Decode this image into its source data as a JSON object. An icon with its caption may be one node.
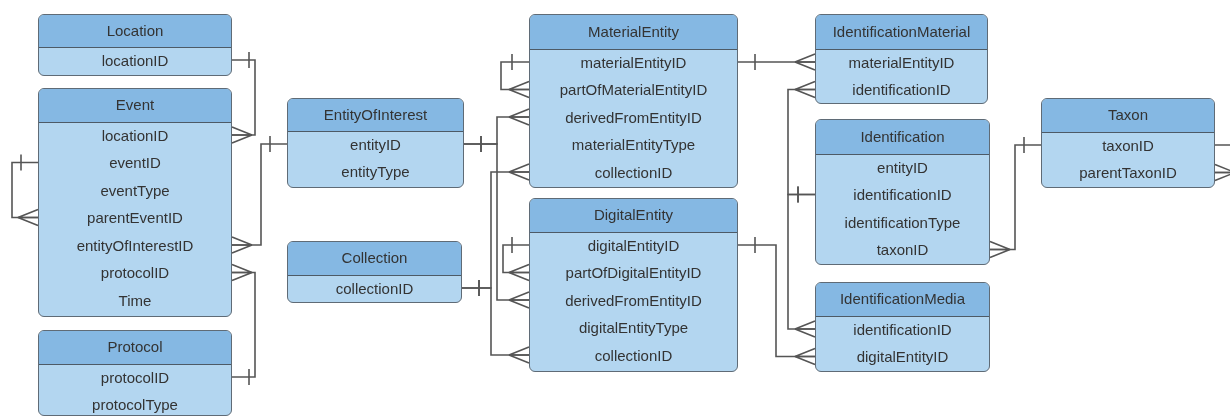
{
  "diagram": {
    "nodes": [
      {
        "text": [
          "Location",
          "locationID"
        ]
      },
      {
        "text": [
          "Event",
          "locationID",
          "eventID",
          "eventType",
          "parentEventID",
          "entityOfInterestID",
          "protocolID",
          "Time"
        ]
      },
      {
        "text": [
          "Protocol",
          "protocolID",
          "protocolType"
        ]
      },
      {
        "text": [
          "EntityOfInterest",
          "entityID",
          "entityType"
        ]
      },
      {
        "text": [
          "Collection",
          "collectionID"
        ]
      },
      {
        "text": [
          "MaterialEntity",
          "materialEntityID",
          "partOfMaterialEntityID",
          "derivedFromEntityID",
          "materialEntityType",
          "collectionID"
        ]
      },
      {
        "text": [
          "DigitalEntity",
          "digitalEntityID",
          "partOfDigitalEntityID",
          "derivedFromEntityID",
          "digitalEntityType",
          "collectionID"
        ]
      },
      {
        "text": [
          "IdentificationMaterial",
          "materialEntityID",
          "identificationID"
        ]
      },
      {
        "text": [
          "Identification",
          "entityID",
          "identificationID",
          "identificationType",
          "taxonID"
        ]
      },
      {
        "text": [
          "IdentificationMedia",
          "identificationID",
          "digitalEntityID"
        ]
      },
      {
        "text": [
          "Taxon",
          "taxonID",
          "parentTaxonID"
        ]
      }
    ],
    "edges": [
      {
        "from": 0,
        "to": 1,
        "arrow": "other"
      },
      {
        "from": 1,
        "to": 1,
        "arrow": "other"
      },
      {
        "from": 3,
        "to": 1,
        "arrow": "other"
      },
      {
        "from": 2,
        "to": 1,
        "arrow": "other"
      },
      {
        "from": 5,
        "to": 5,
        "arrow": "other"
      },
      {
        "from": 3,
        "to": 5,
        "arrow": "other"
      },
      {
        "from": 3,
        "to": 6,
        "arrow": "other"
      },
      {
        "from": 4,
        "to": 5,
        "arrow": "other"
      },
      {
        "from": 4,
        "to": 6,
        "arrow": "other"
      },
      {
        "from": 6,
        "to": 6,
        "arrow": "other"
      },
      {
        "from": 5,
        "to": 7,
        "arrow": "other"
      },
      {
        "from": 8,
        "to": 7,
        "arrow": "other"
      },
      {
        "from": 8,
        "to": 9,
        "arrow": "other"
      },
      {
        "from": 6,
        "to": 9,
        "arrow": "other"
      },
      {
        "from": 10,
        "to": 8,
        "arrow": "other"
      },
      {
        "from": 10,
        "to": 10,
        "arrow": "other"
      }
    ]
  }
}
